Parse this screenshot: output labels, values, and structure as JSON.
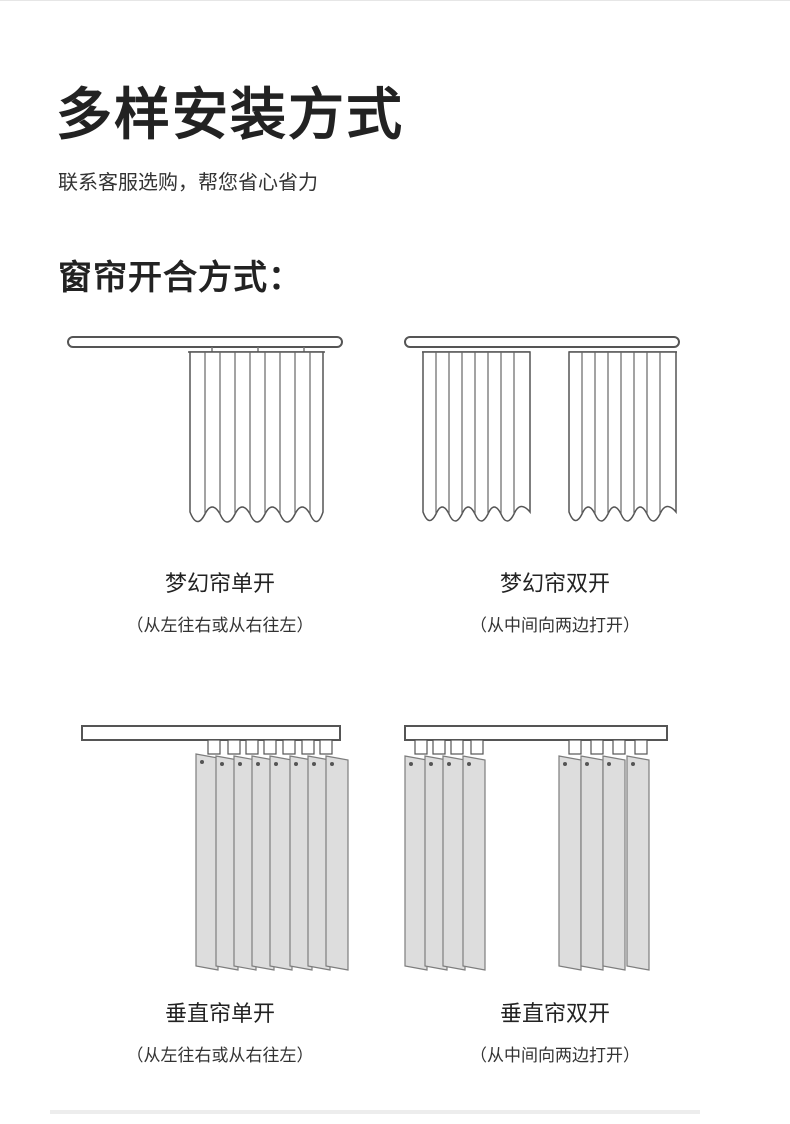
{
  "header": {
    "title": "多样安装方式",
    "subtitle": "联系客服选购，帮您省心省力"
  },
  "section": {
    "title": "窗帘开合方式："
  },
  "options": [
    {
      "name": "梦幻帘单开",
      "desc": "（从左往右或从右往左）"
    },
    {
      "name": "梦幻帘双开",
      "desc": "（从中间向两边打开）"
    },
    {
      "name": "垂直帘单开",
      "desc": "（从左往右或从右往左）"
    },
    {
      "name": "垂直帘双开",
      "desc": "（从中间向两边打开）"
    }
  ]
}
